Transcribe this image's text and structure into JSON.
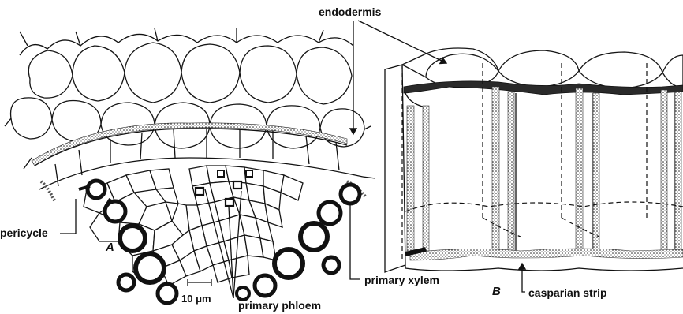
{
  "labels": {
    "endodermis": "endodermis",
    "pericycle": "pericycle",
    "primary_xylem": "primary xylem",
    "primary_phloem": "primary phloem",
    "casparian_strip": "casparian strip",
    "scale_bar": "10 μm",
    "panel_a": "A",
    "panel_b": "B"
  },
  "colors": {
    "ink": "#111111",
    "strip_fill": "#c9c9c9",
    "xylem_wall": "#111111",
    "background": "#ffffff"
  }
}
